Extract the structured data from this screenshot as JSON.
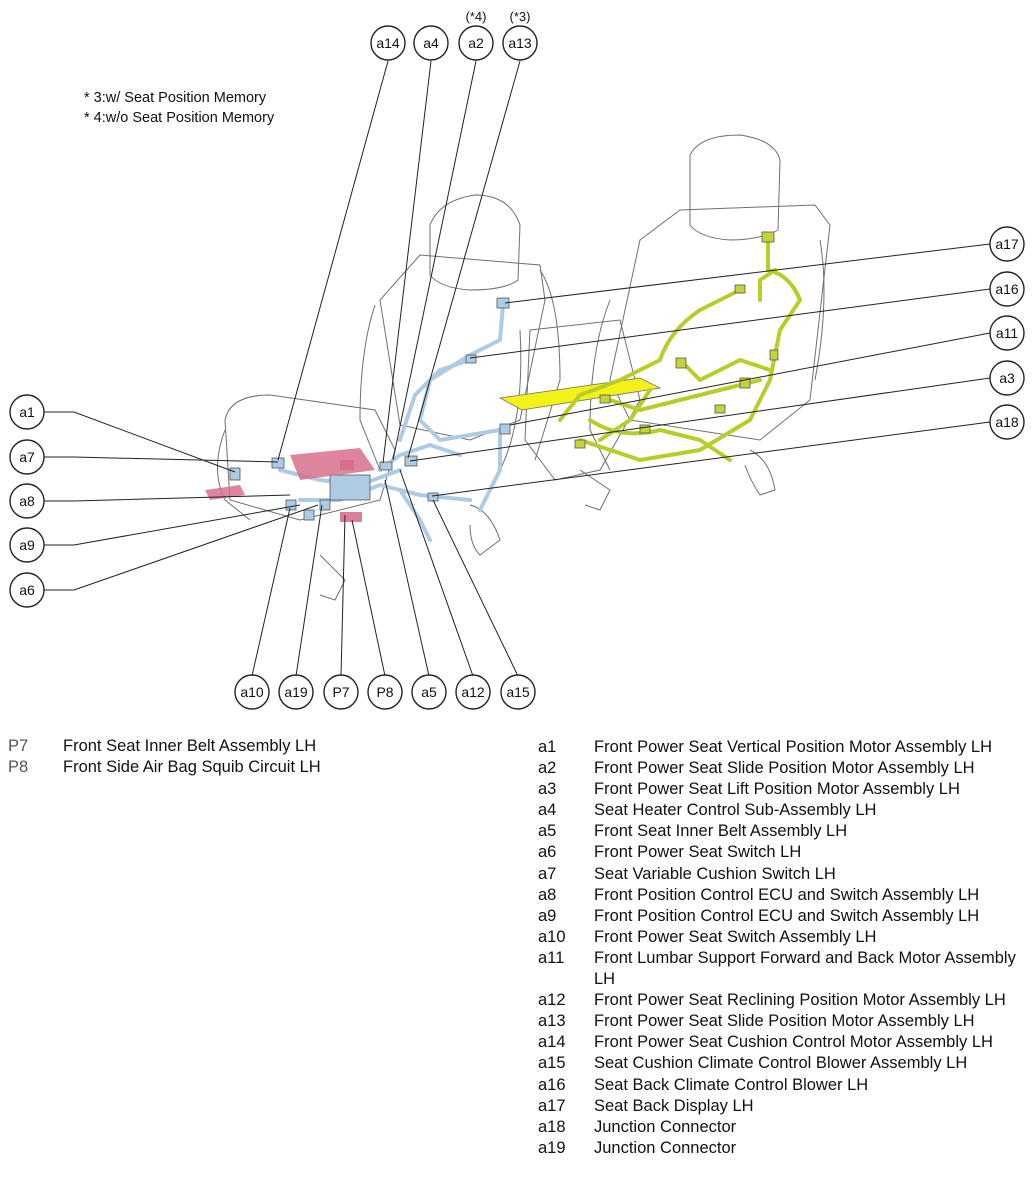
{
  "notes": [
    "* 3:w/ Seat Position Memory",
    "* 4:w/o Seat Position Memory"
  ],
  "callout_labels": {
    "a14": "a14",
    "a4": "a4",
    "a2": "a2",
    "a13": "a13",
    "a2_qualifier": "(*4)",
    "a13_qualifier": "(*3)",
    "a17": "a17",
    "a16": "a16",
    "a11": "a11",
    "a3": "a3",
    "a18": "a18",
    "a1": "a1",
    "a7": "a7",
    "a8": "a8",
    "a9": "a9",
    "a6": "a6",
    "a10": "a10",
    "a19": "a19",
    "P7": "P7",
    "P8": "P8",
    "a5": "a5",
    "a12": "a12",
    "a15": "a15"
  },
  "colors": {
    "harness_blue": "#aecbe6",
    "harness_yellow": "#b8cc2a",
    "connector_pink": "#d7708c",
    "track_yellow": "#f2f218",
    "seat_outline": "#6f6f6f"
  },
  "legend_left": [
    {
      "code": "P7",
      "desc": "Front Seat Inner Belt Assembly LH"
    },
    {
      "code": "P8",
      "desc": "Front Side Air Bag Squib Circuit LH"
    }
  ],
  "legend_right": [
    {
      "code": "a1",
      "desc": "Front Power Seat Vertical Position Motor Assembly LH"
    },
    {
      "code": "a2",
      "desc": "Front Power Seat Slide Position Motor Assembly LH"
    },
    {
      "code": "a3",
      "desc": "Front Power Seat Lift Position Motor Assembly LH"
    },
    {
      "code": "a4",
      "desc": "Seat Heater Control Sub-Assembly LH"
    },
    {
      "code": "a5",
      "desc": "Front Seat Inner Belt Assembly LH"
    },
    {
      "code": "a6",
      "desc": "Front Power Seat Switch LH"
    },
    {
      "code": "a7",
      "desc": "Seat Variable Cushion Switch LH"
    },
    {
      "code": "a8",
      "desc": "Front Position Control ECU and Switch Assembly LH"
    },
    {
      "code": "a9",
      "desc": "Front Position Control ECU and Switch Assembly LH"
    },
    {
      "code": "a10",
      "desc": "Front Power Seat Switch Assembly LH"
    },
    {
      "code": "a11",
      "desc": "Front Lumbar Support Forward and Back Motor Assembly LH"
    },
    {
      "code": "a12",
      "desc": "Front Power Seat Reclining Position Motor Assembly LH"
    },
    {
      "code": "a13",
      "desc": "Front Power Seat Slide Position Motor Assembly LH"
    },
    {
      "code": "a14",
      "desc": "Front Power Seat Cushion Control Motor Assembly LH"
    },
    {
      "code": "a15",
      "desc": "Seat Cushion Climate Control Blower Assembly LH"
    },
    {
      "code": "a16",
      "desc": "Seat Back Climate Control Blower LH"
    },
    {
      "code": "a17",
      "desc": "Seat Back Display LH"
    },
    {
      "code": "a18",
      "desc": "Junction Connector"
    },
    {
      "code": "a19",
      "desc": "Junction Connector"
    }
  ]
}
